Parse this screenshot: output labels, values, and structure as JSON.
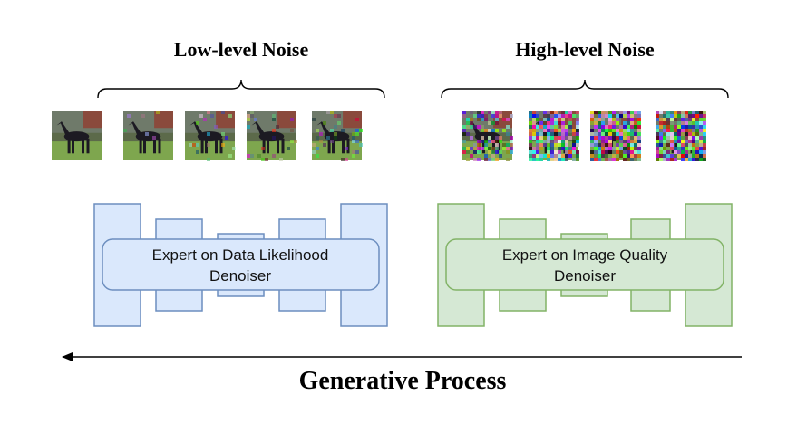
{
  "diagram": {
    "groups": [
      {
        "heading": "Low-level Noise",
        "image_noise_levels": [
          0.0,
          0.05,
          0.08,
          0.12,
          0.2
        ],
        "expert": {
          "line1": "Expert on Data Likelihood",
          "line2": "Denoiser",
          "fill": "#dae8fc",
          "stroke": "#6c8ebf"
        }
      },
      {
        "heading": "High-level Noise",
        "image_noise_levels": [
          0.55,
          0.85,
          0.9,
          0.95
        ],
        "expert": {
          "line1": "Expert on Image Quality",
          "line2": "Denoiser",
          "fill": "#d5e8d4",
          "stroke": "#82b366"
        }
      }
    ],
    "process_label": "Generative Process",
    "arrow_direction": "left"
  }
}
